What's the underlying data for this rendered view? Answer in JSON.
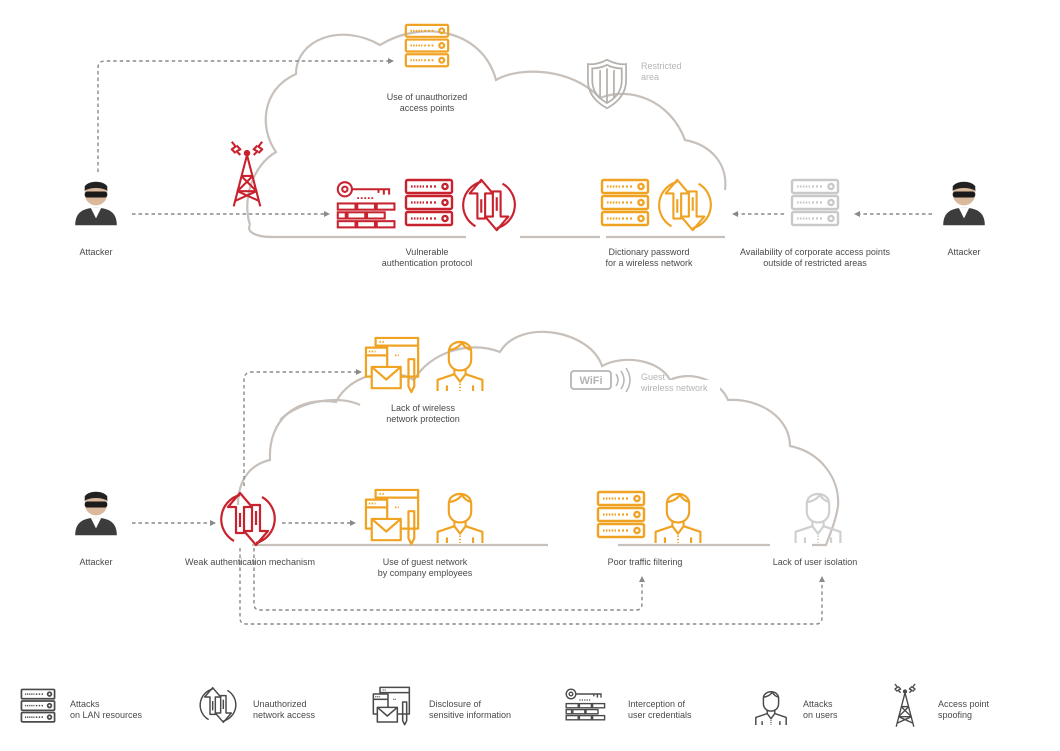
{
  "colors": {
    "red": "#c8222e",
    "orange": "#f0a323",
    "grey": "#c4c4c4",
    "dark": "#3c3c3c",
    "cloud": "#c7c0bb",
    "dash": "#8a8a8a"
  },
  "scenario1": {
    "attacker_left": "Attacker",
    "attacker_right": "Attacker",
    "unauthorized_ap": "Use of unauthorized\naccess points",
    "restricted_area": "Restricted\narea",
    "vulnerable_auth": "Vulnerable\nauthentication protocol",
    "dictionary_password": "Dictionary password\nfor a wireless network",
    "corporate_ap": "Availability of corporate access points\noutside of restricted areas"
  },
  "scenario2": {
    "attacker": "Attacker",
    "lack_protection": "Lack of wireless\nnetwork protection",
    "wifi_badge": "WiFi",
    "guest_network": "Guest\nwireless network",
    "weak_auth": "Weak authentication mechanism",
    "guest_use": "Use of guest network\nby company employees",
    "poor_filtering": "Poor traffic filtering",
    "user_isolation": "Lack of user isolation"
  },
  "legend": [
    {
      "icon": "server-stack-icon",
      "text": "Attacks\non LAN resources"
    },
    {
      "icon": "arrows-circle-icon",
      "text": "Unauthorized\nnetwork access"
    },
    {
      "icon": "windows-envelope-icon",
      "text": "Disclosure of\nsensitive information"
    },
    {
      "icon": "key-wall-icon",
      "text": "Interception of\nuser credentials"
    },
    {
      "icon": "user-icon",
      "text": "Attacks\non users"
    },
    {
      "icon": "tower-icon",
      "text": "Access point\nspoofing"
    }
  ]
}
